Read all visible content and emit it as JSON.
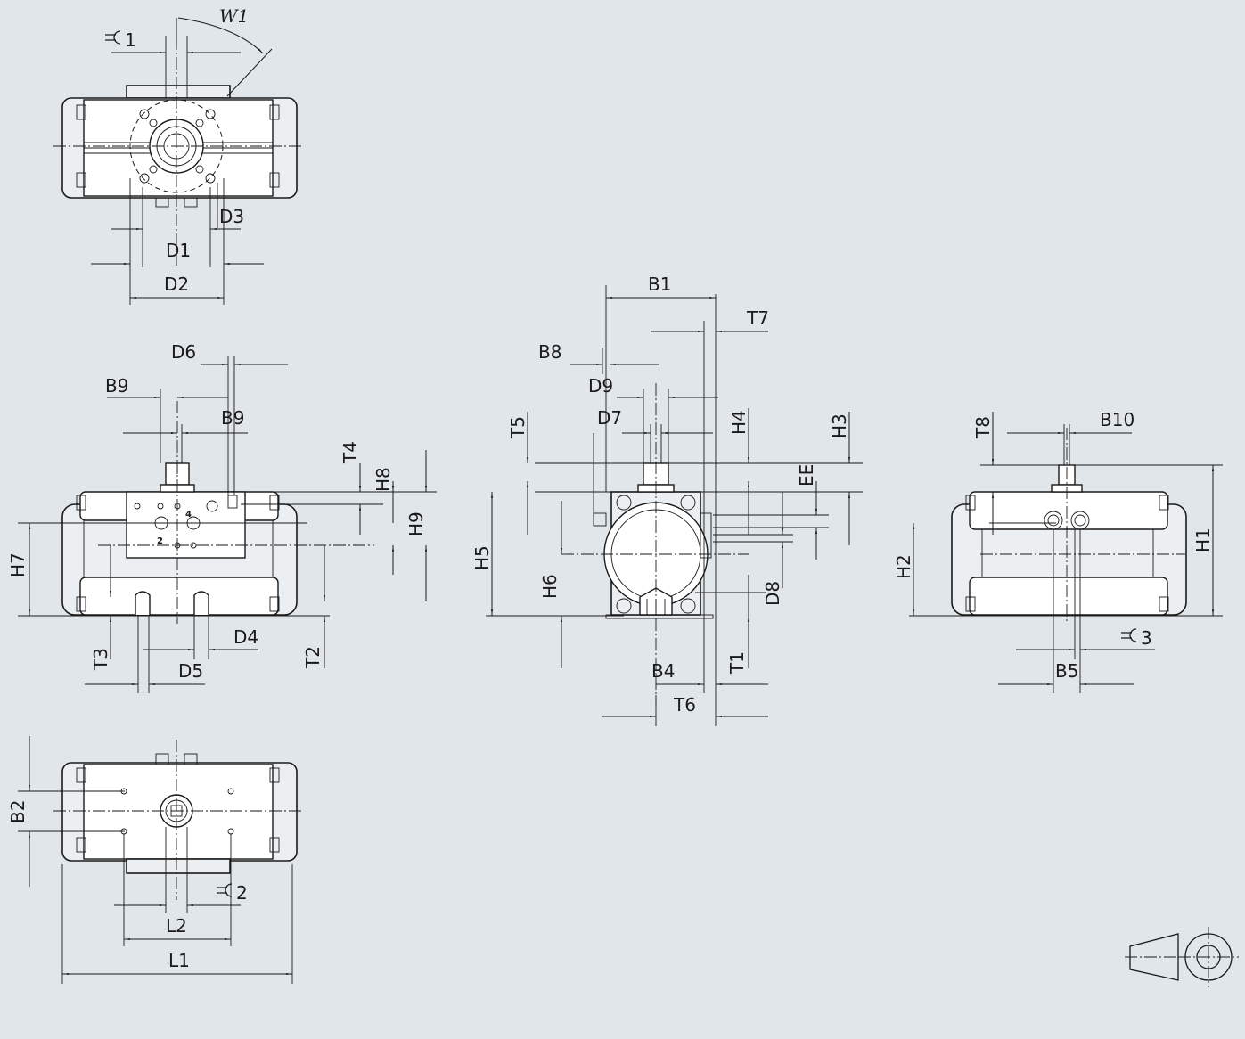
{
  "labels": {
    "w1": "W1",
    "wrench1": "1",
    "d3": "D3",
    "d1": "D1",
    "d2": "D2",
    "d6": "D6",
    "b9_top": "B9",
    "b9_bottom": "B9",
    "t4": "T4",
    "h8": "H8",
    "h9": "H9",
    "h7": "H7",
    "t3": "T3",
    "d4": "D4",
    "d5": "D5",
    "t2": "T2",
    "b1": "B1",
    "t7": "T7",
    "b8": "B8",
    "d9": "D9",
    "d7": "D7",
    "t5": "T5",
    "h4": "H4",
    "h3": "H3",
    "ee": "EE",
    "h5": "H5",
    "h6": "H6",
    "d8": "D8",
    "b4": "B4",
    "t1": "T1",
    "t6": "T6",
    "t8": "T8",
    "b10": "B10",
    "h1": "H1",
    "h2": "H2",
    "wrench3": "3",
    "b5": "B5",
    "b2": "B2",
    "wrench2": "2",
    "l2": "L2",
    "l1": "L1",
    "port4": "4",
    "port2": "2"
  },
  "icons": [
    "wrench-icon",
    "projection-symbol-icon"
  ]
}
